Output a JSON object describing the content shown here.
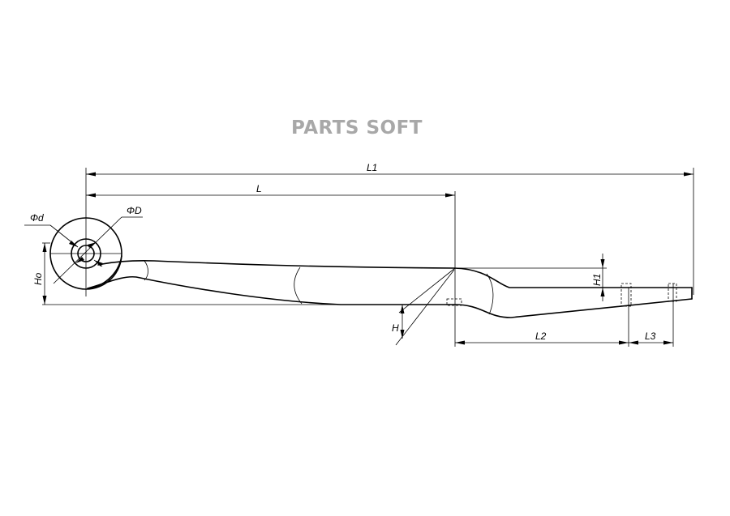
{
  "watermark": "PARTS SOFT",
  "dimensions": {
    "L1": "L1",
    "L": "L",
    "phi_d": "Φd",
    "phi_D": "ΦD",
    "Ho": "Ho",
    "H": "H",
    "H1": "H1",
    "L2": "L2",
    "L3": "L3"
  }
}
